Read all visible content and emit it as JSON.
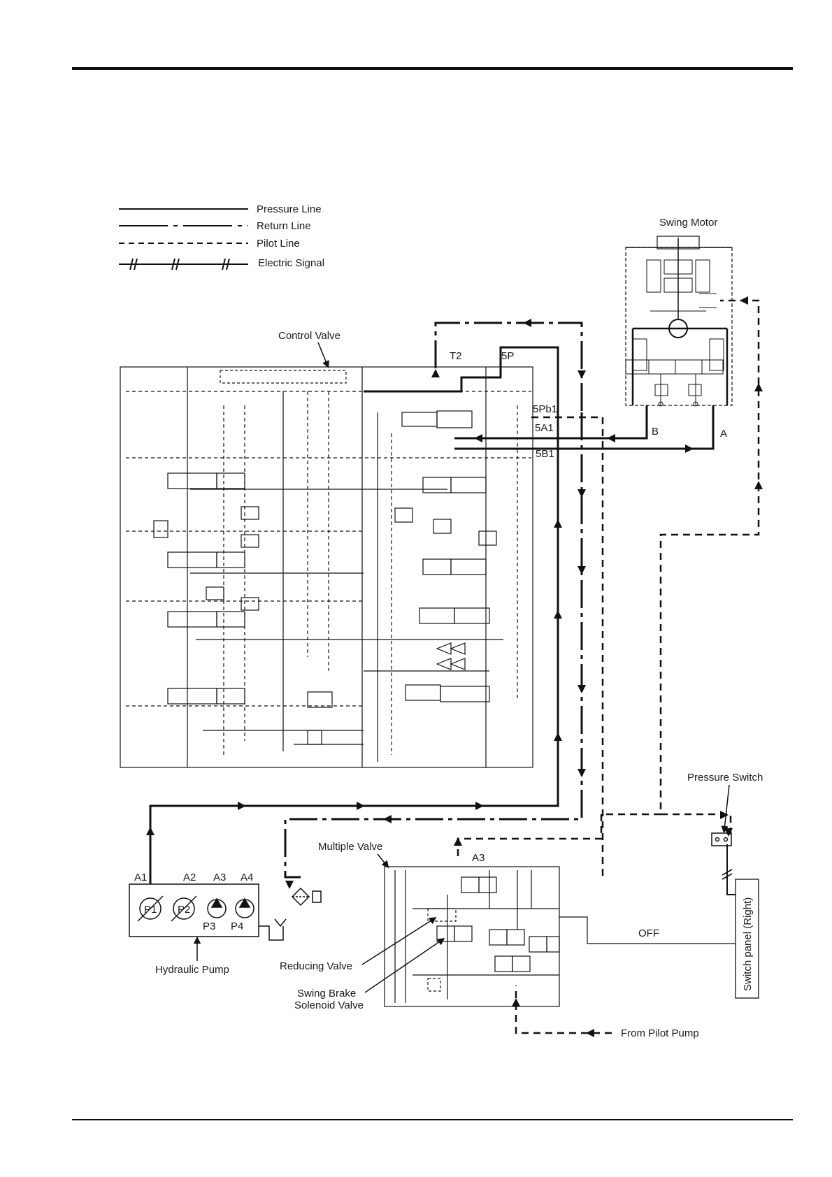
{
  "legend": {
    "pressure": "Pressure Line",
    "return": "Return Line",
    "pilot": "Pilot Line",
    "electric": "Electric Signal"
  },
  "labels": {
    "swing_motor": "Swing Motor",
    "control_valve": "Control Valve",
    "t2": "T2",
    "p5": "5P",
    "pb1": "5Pb1",
    "a1_5": "5A1",
    "b1_5": "5B1",
    "port_b": "B",
    "port_a": "A",
    "pressure_switch": "Pressure Switch",
    "multiple_valve": "Multiple Valve",
    "a3_mv": "A3",
    "off": "OFF",
    "switch_panel": "Switch panel (Right)",
    "pump_a1": "A1",
    "pump_a2": "A2",
    "pump_a3": "A3",
    "pump_a4": "A4",
    "p1": "P1",
    "p2": "P2",
    "p3": "P3",
    "p4": "P4",
    "hydraulic_pump": "Hydraulic Pump",
    "reducing_valve": "Reducing Valve",
    "swing_brake_1": "Swing Brake",
    "swing_brake_2": "Solenoid Valve",
    "from_pilot_pump": "From Pilot Pump"
  }
}
